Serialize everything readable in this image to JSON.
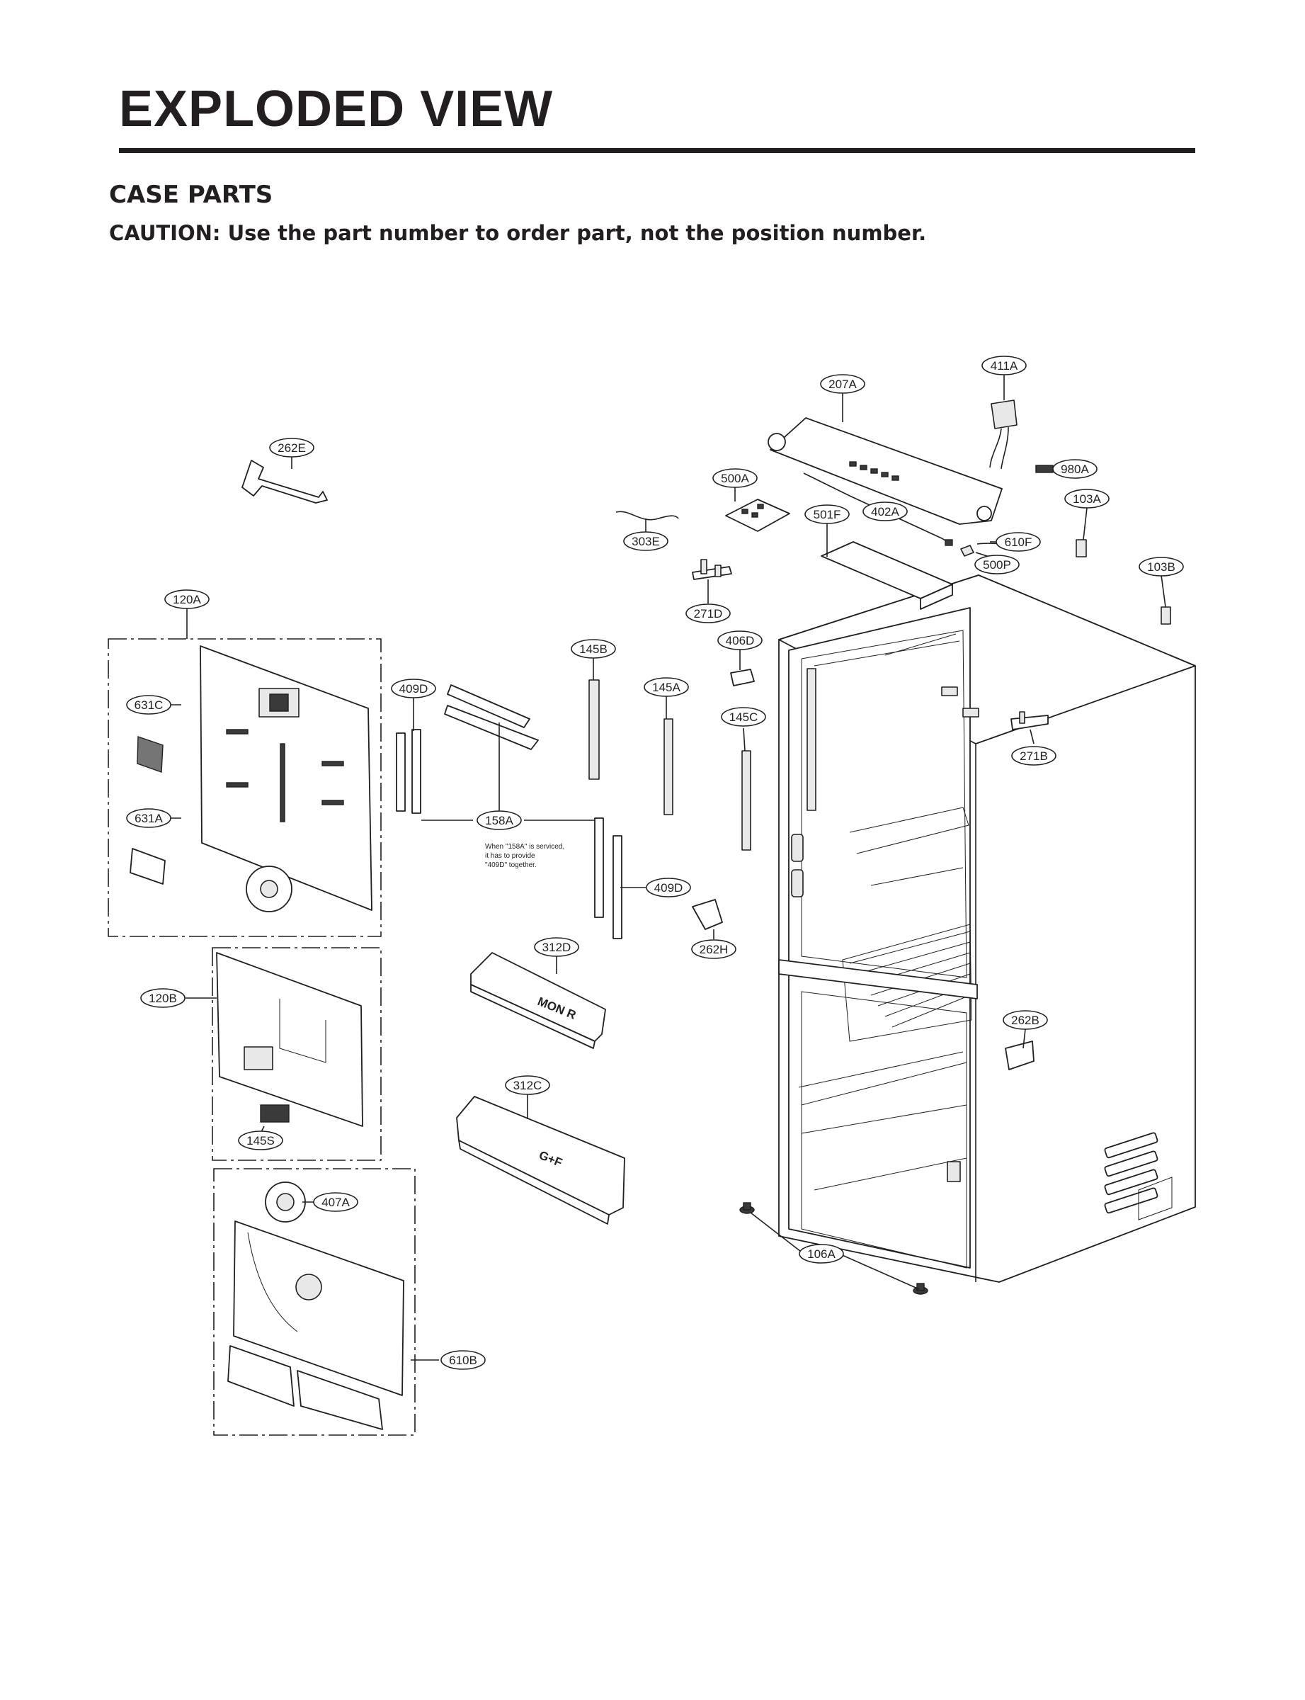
{
  "header": {
    "title": "EXPLODED VIEW",
    "section": "CASE PARTS",
    "caution": "CAUTION: Use the part number to order part, not the position number."
  },
  "note": {
    "line1": "When \"158A\" is serviced,",
    "line2": "it has to provide",
    "line3": "\"409D\" together."
  },
  "callouts": [
    {
      "id": "c411A",
      "label": "411A"
    },
    {
      "id": "c207A",
      "label": "207A"
    },
    {
      "id": "c262E",
      "label": "262E"
    },
    {
      "id": "c980A",
      "label": "980A"
    },
    {
      "id": "c500A",
      "label": "500A"
    },
    {
      "id": "c103A",
      "label": "103A"
    },
    {
      "id": "c501F",
      "label": "501F"
    },
    {
      "id": "c402A",
      "label": "402A"
    },
    {
      "id": "c303E",
      "label": "303E"
    },
    {
      "id": "c610F",
      "label": "610F"
    },
    {
      "id": "c500P",
      "label": "500P"
    },
    {
      "id": "c103B",
      "label": "103B"
    },
    {
      "id": "c120A",
      "label": "120A"
    },
    {
      "id": "c271D",
      "label": "271D"
    },
    {
      "id": "c406D",
      "label": "406D"
    },
    {
      "id": "c145B",
      "label": "145B"
    },
    {
      "id": "c409D_1",
      "label": "409D"
    },
    {
      "id": "c145A",
      "label": "145A"
    },
    {
      "id": "c631C",
      "label": "631C"
    },
    {
      "id": "c145C",
      "label": "145C"
    },
    {
      "id": "c271B",
      "label": "271B"
    },
    {
      "id": "c631A",
      "label": "631A"
    },
    {
      "id": "c158A",
      "label": "158A"
    },
    {
      "id": "c409D_2",
      "label": "409D"
    },
    {
      "id": "c312D",
      "label": "312D"
    },
    {
      "id": "c262H",
      "label": "262H"
    },
    {
      "id": "c120B",
      "label": "120B"
    },
    {
      "id": "c262B",
      "label": "262B"
    },
    {
      "id": "c312C",
      "label": "312C"
    },
    {
      "id": "c145S",
      "label": "145S"
    },
    {
      "id": "c407A",
      "label": "407A"
    },
    {
      "id": "c106A",
      "label": "106A"
    },
    {
      "id": "c610B",
      "label": "610B"
    }
  ],
  "part_marks": {
    "basket_upper": "MON R",
    "basket_lower": "G+F"
  }
}
